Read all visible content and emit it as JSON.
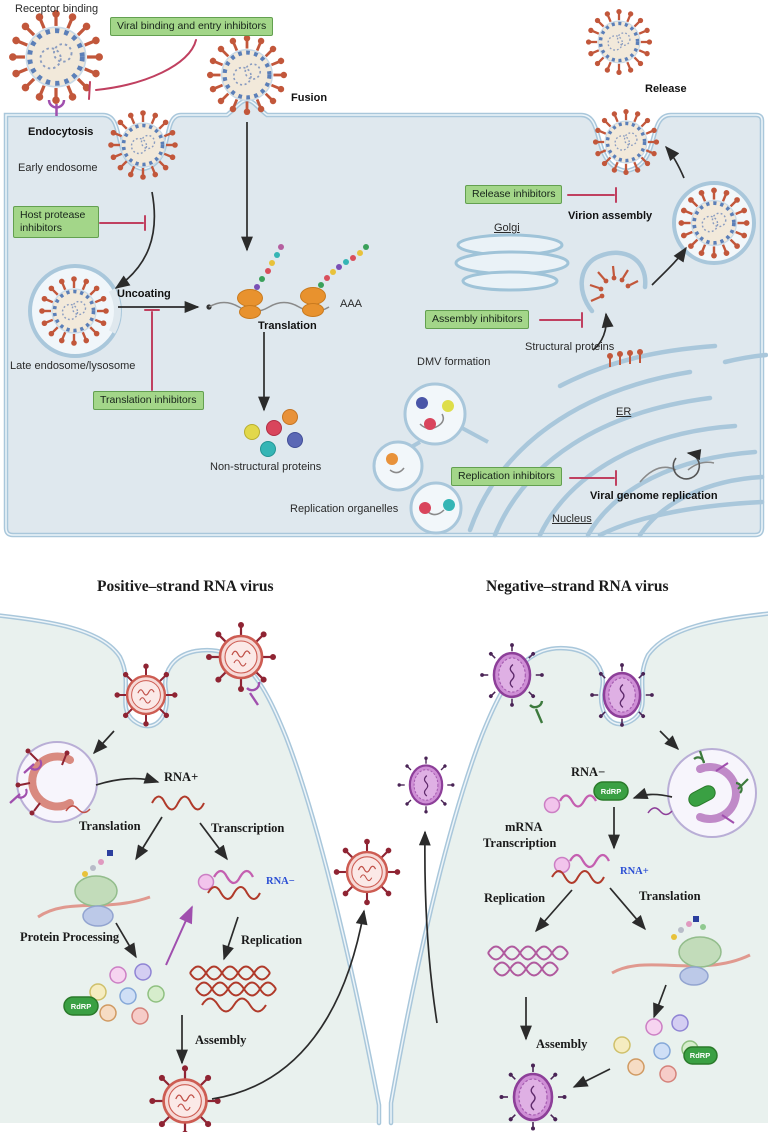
{
  "figure": {
    "top": {
      "labels": {
        "receptor_binding": "Receptor binding",
        "endocytosis": "Endocytosis",
        "early_endosome": "Early endosome",
        "fusion": "Fusion",
        "uncoating": "Uncoating",
        "late_endosome": "Late endosome/lysosome",
        "translation": "Translation",
        "poly_a": "AAA",
        "non_structural": "Non-structural proteins",
        "replication_organelles": "Replication organelles",
        "dmv": "DMV formation",
        "golgi": "Golgi",
        "structural_proteins": "Structural proteins",
        "virion_assembly": "Virion assembly",
        "release": "Release",
        "er": "ER",
        "nucleus": "Nucleus",
        "viral_genome_replication": "Viral genome replication"
      },
      "inhibitors": {
        "entry": "Viral binding and entry inhibitors",
        "host_protease": "Host protease inhibitors",
        "translation": "Translation inhibitors",
        "release": "Release inhibitors",
        "assembly": "Assembly inhibitors",
        "replication": "Replication inhibitors"
      }
    },
    "bottom": {
      "rdrp": "RdRP",
      "positive": {
        "title": "Positive–strand RNA virus",
        "rna_plus": "RNA+",
        "translation": "Translation",
        "transcription": "Transcription",
        "rna_minus": "RNA−",
        "protein_processing": "Protein Processing",
        "replication": "Replication",
        "assembly": "Assembly"
      },
      "negative": {
        "title": "Negative–strand RNA virus",
        "rna_minus": "RNA−",
        "mrna": "mRNA",
        "transcription": "Transcription",
        "rna_plus": "RNA+",
        "replication": "Replication",
        "translation": "Translation",
        "assembly": "Assembly"
      }
    },
    "colors": {
      "inhibitor_box_bg": "#a3d689",
      "inhibitor_box_border": "#63a050",
      "inhibition_red": "#c04060",
      "membrane_blue": "#a9c7db",
      "cell_fill_top": "#dfe8ee",
      "cell_fill_bottom": "#e9f1ee",
      "corona_spike": "#c2573b",
      "corona_ring": "#5b7fb8",
      "red_virus": "#cd5c52",
      "purple_virus": "#8d3f99",
      "rdrp_green": "#3aa043",
      "rna_blue": "#2b4fd4",
      "rna_red": "#b03a2a",
      "rna_pink": "#c45fb0"
    }
  }
}
